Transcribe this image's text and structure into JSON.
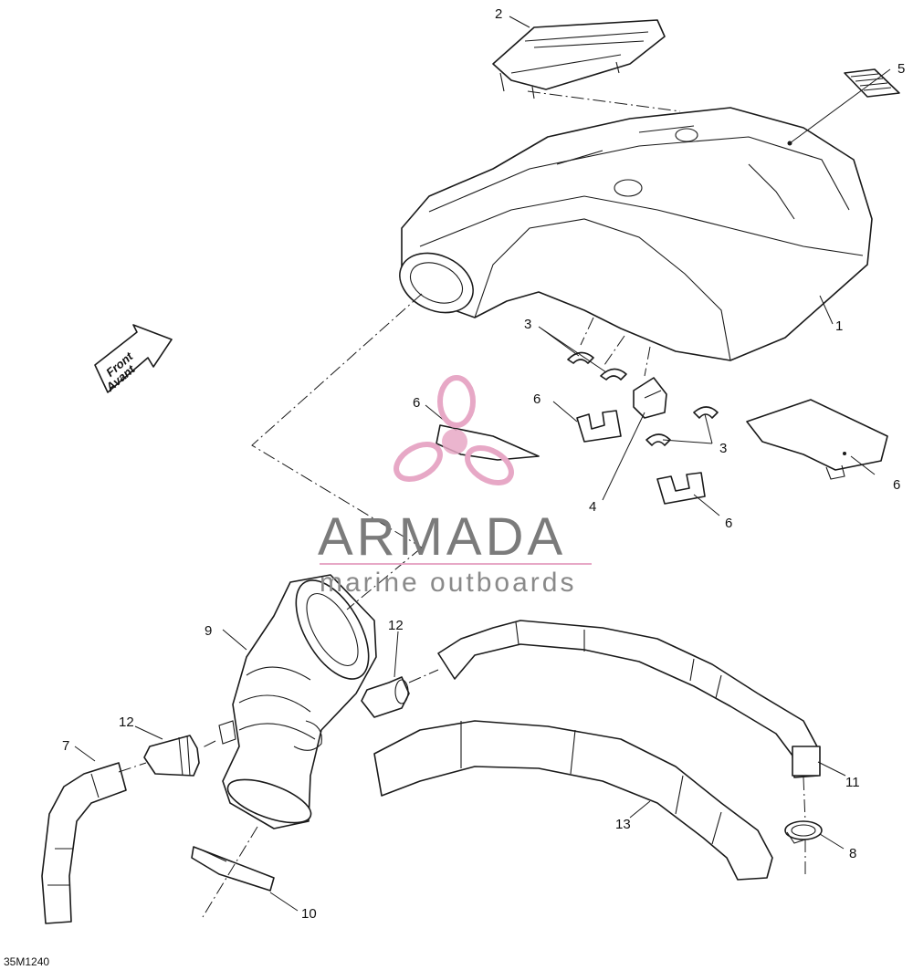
{
  "callouts": [
    {
      "number": "1"
    },
    {
      "number": "2"
    },
    {
      "number": "3"
    },
    {
      "number": "3"
    },
    {
      "number": "4"
    },
    {
      "number": "5"
    },
    {
      "number": "6"
    },
    {
      "number": "6"
    },
    {
      "number": "6"
    },
    {
      "number": "6"
    },
    {
      "number": "7"
    },
    {
      "number": "8"
    },
    {
      "number": "9"
    },
    {
      "number": "10"
    },
    {
      "number": "11"
    },
    {
      "number": "12"
    },
    {
      "number": "12"
    },
    {
      "number": "13"
    }
  ],
  "front_arrow": {
    "line1": "Front",
    "line2": "Avant"
  },
  "watermark": {
    "title": "ARMADA",
    "subtitle": "marine outboards",
    "logo": "propeller-logo",
    "color": "#e7a8c6"
  },
  "drawing_ref": "35M1240",
  "colors": {
    "line": "#1a1a1a",
    "watermark_pink": "#e7a8c6",
    "watermark_text": "#7b7b7b"
  }
}
